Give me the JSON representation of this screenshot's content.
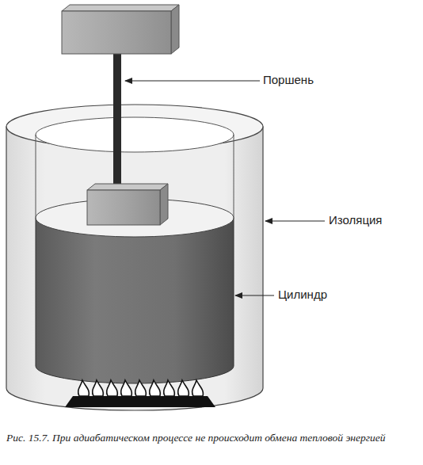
{
  "diagram": {
    "caption": "Рис. 15.7. При адиабатическом процессе не происходит обмена тепловой энергией",
    "labels": [
      "Поршень",
      "Изоляция",
      "Цилиндр"
    ]
  }
}
